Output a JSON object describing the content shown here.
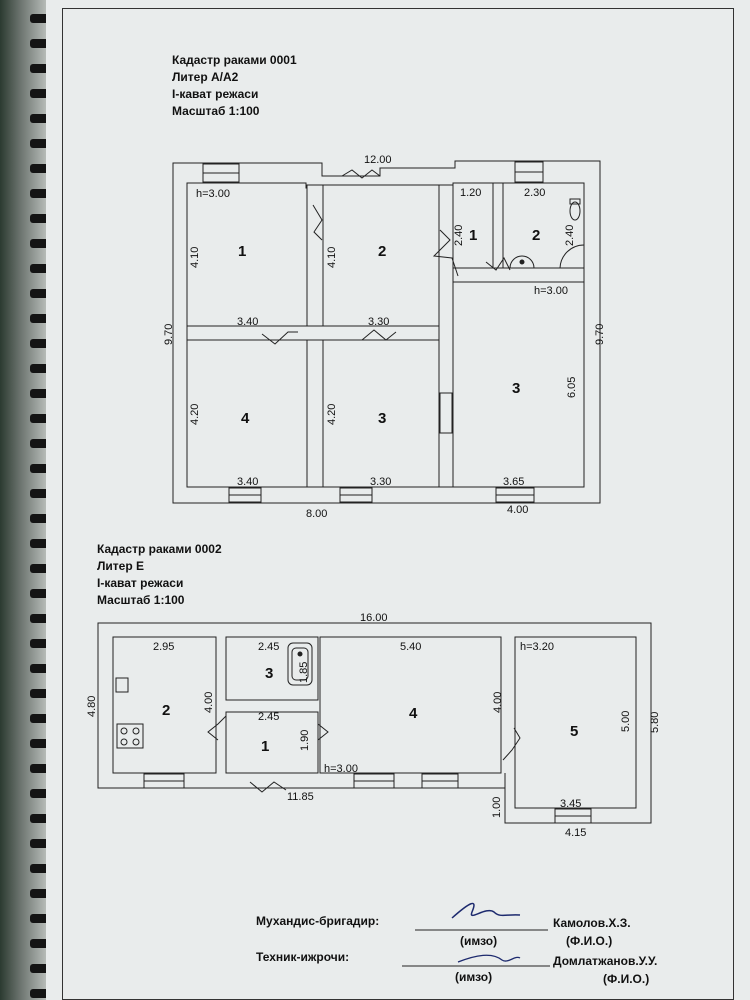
{
  "plan1": {
    "title": [
      "Кадастр раками 0001",
      "Литер А/А2",
      "I-кават режаси",
      "Масштаб 1:100"
    ],
    "dims": {
      "top": "12.00",
      "bottom_left": "8.00",
      "bottom_right": "4.00",
      "left_height": "9.70",
      "right_height": "9.70",
      "r1_height": "4.10",
      "r2_height": "4.10",
      "r4_height": "4.20",
      "r3_height": "4.20",
      "r1_width": "3.40",
      "r3a_width": "3.30",
      "r4_width": "3.40",
      "r3b_width": "3.30",
      "hall_width": "1.20",
      "bath_width": "2.30",
      "hall_height": "2.40",
      "bath_height": "2.40",
      "big_height": "6.05",
      "big_width": "3.65",
      "ceiling": "h=3.00",
      "ceiling_right": "h=3.00"
    },
    "rooms": [
      "1",
      "2",
      "4",
      "3",
      "1",
      "2",
      "3"
    ]
  },
  "plan2": {
    "title": [
      "Кадастр раками 0002",
      "Литер Е",
      "I-кават режаси",
      "Масштаб 1:100"
    ],
    "dims": {
      "top": "16.00",
      "left_height": "4.80",
      "right_height": "5.80",
      "r2_width": "2.95",
      "r2_height": "4.00",
      "r3_width": "2.45",
      "r3_height": "1.85",
      "r1_width": "2.45",
      "r1_height": "1.90",
      "r4_width": "5.40",
      "r4_height": "4.00",
      "ceiling_mid": "h=3.00",
      "ceiling_right": "h=3.20",
      "r5_height": "5.00",
      "r5_width": "3.45",
      "bottom_mid": "11.85",
      "step": "1.00",
      "bottom_right": "4.15"
    },
    "rooms": [
      "2",
      "3",
      "1",
      "4",
      "5"
    ]
  },
  "signatures": {
    "engineer_label": "Мухандис-бригадир:",
    "engineer_name": "Камолов.Х.З.",
    "technician_label": "Техник-ижрочи:",
    "technician_name": "Домлатжанов.У.У.",
    "sign_caption": "(имзо)",
    "fio_caption": "(Ф.И.О.)"
  }
}
